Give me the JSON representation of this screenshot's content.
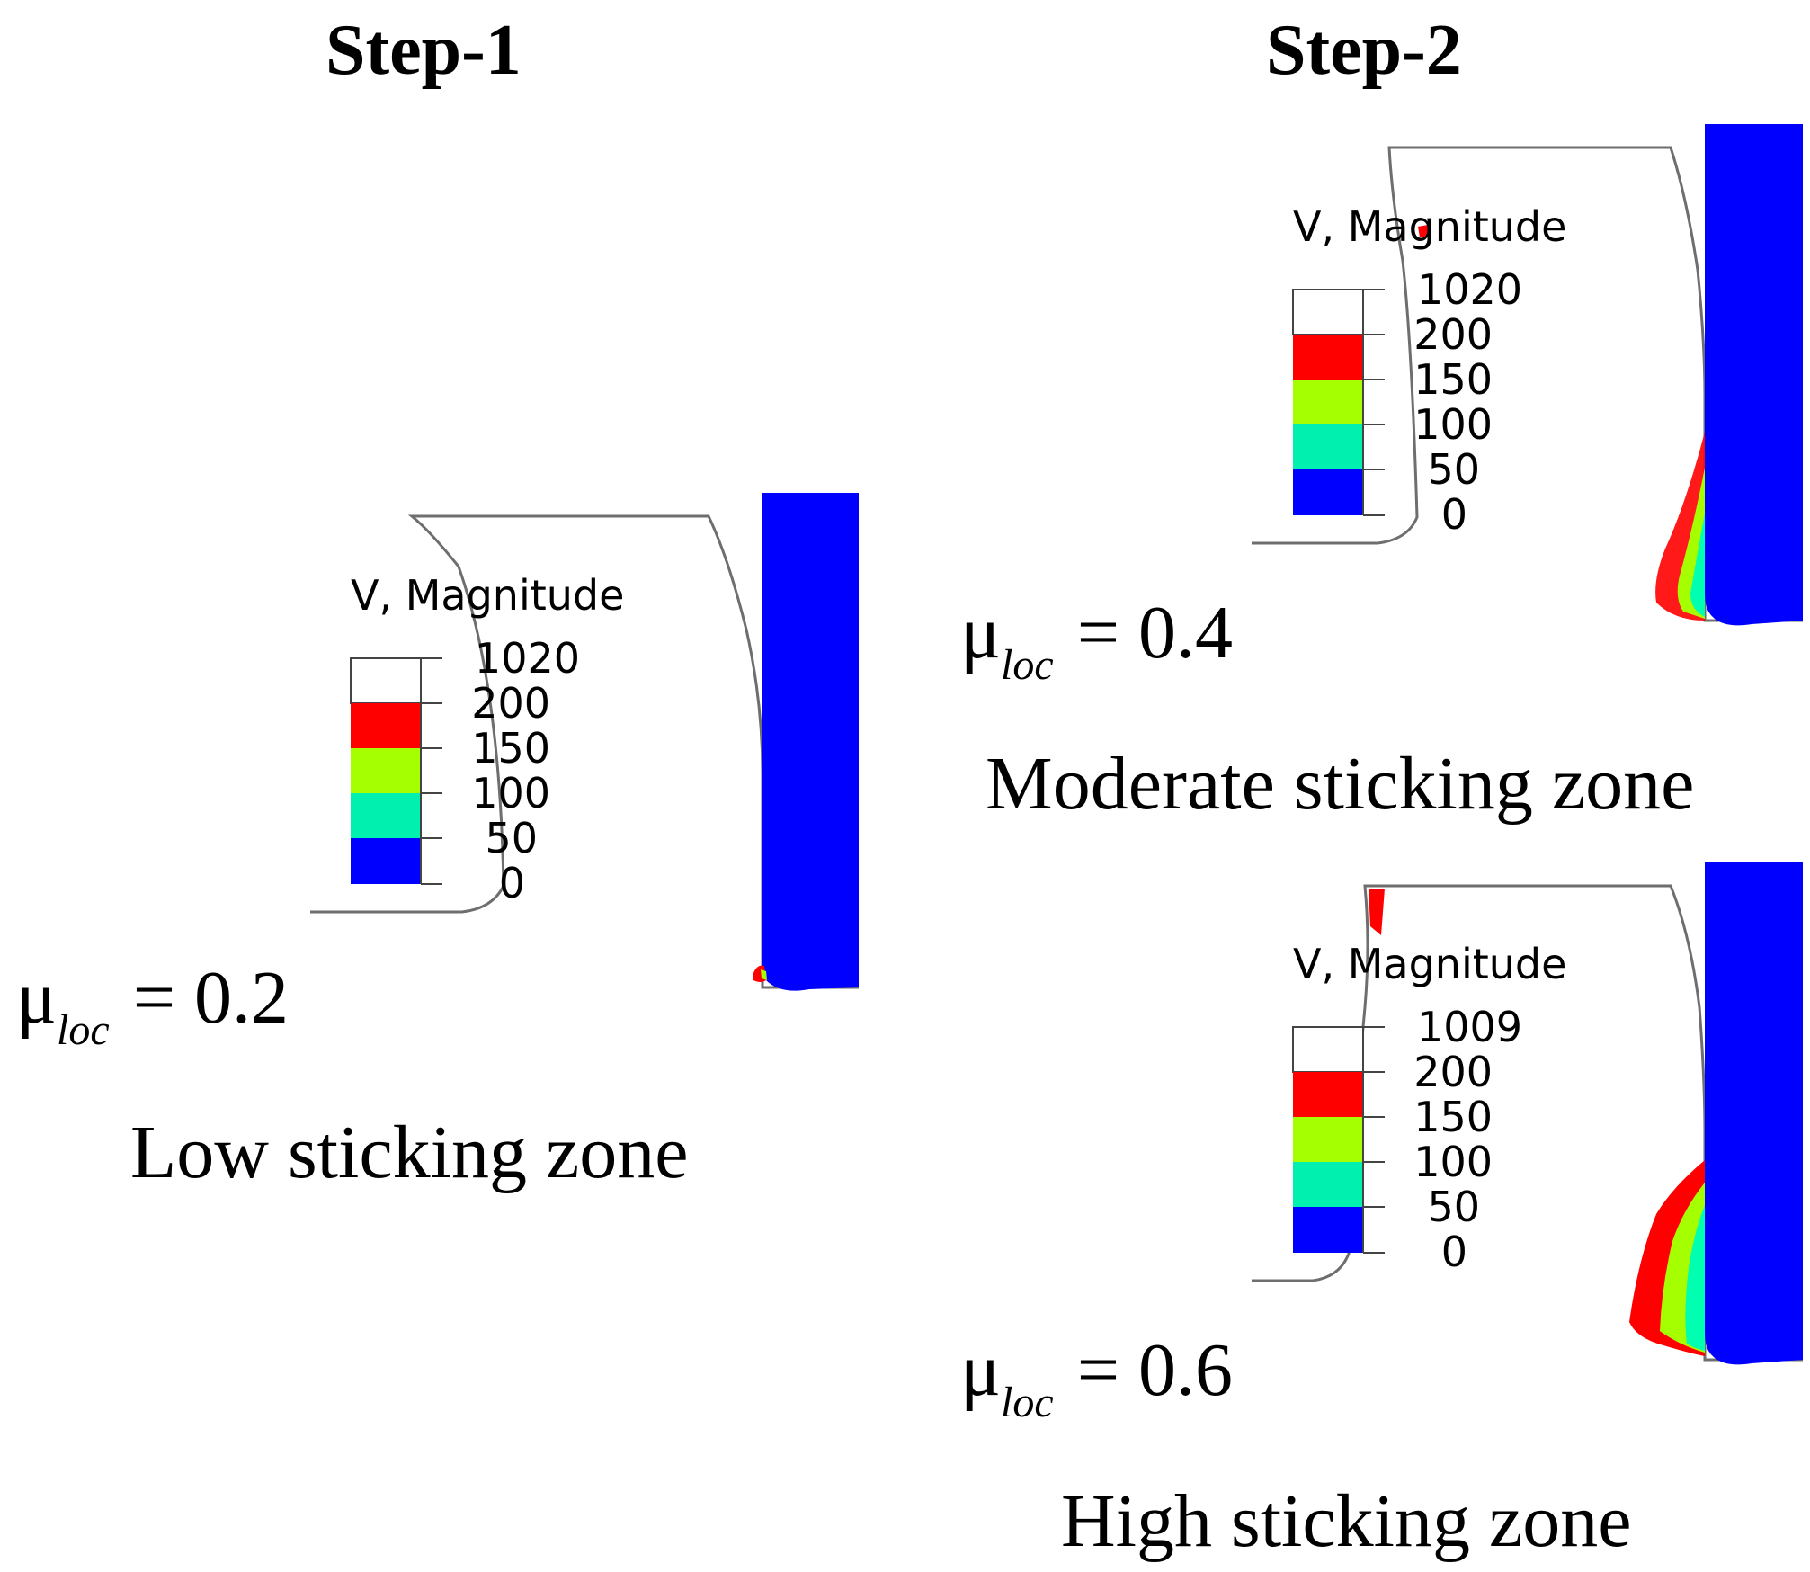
{
  "titles": {
    "left": "Step-1",
    "right": "Step-2"
  },
  "colors": {
    "blue": "#0000ff",
    "cyan": "#00ffb0",
    "green": "#a6ff00",
    "red": "#ff0000",
    "white": "#ffffff",
    "outline": "#6e6e6e"
  },
  "legend_colors": [
    "#ffffff",
    "#ff0000",
    "#a6ff00",
    "#00f0b0",
    "#0000ff"
  ],
  "panels": [
    {
      "id": "p1",
      "legend_title": "V, Magnitude",
      "legend_values": [
        "1020",
        "200",
        "150",
        "100",
        "50",
        "0"
      ],
      "mu_symbol": "μ",
      "mu_sub": "loc",
      "mu_value": "= 0.2",
      "zone_label": "Low sticking zone"
    },
    {
      "id": "p2",
      "legend_title": "V, Magnitude",
      "legend_values": [
        "1020",
        "200",
        "150",
        "100",
        "50",
        "0"
      ],
      "mu_symbol": "μ",
      "mu_sub": "loc",
      "mu_value": "= 0.4",
      "zone_label": "Moderate sticking zone"
    },
    {
      "id": "p3",
      "legend_title": "V, Magnitude",
      "legend_values": [
        "1009",
        "200",
        "150",
        "100",
        "50",
        "0"
      ],
      "mu_symbol": "μ",
      "mu_sub": "loc",
      "mu_value": "= 0.6",
      "zone_label": "High sticking zone"
    }
  ]
}
